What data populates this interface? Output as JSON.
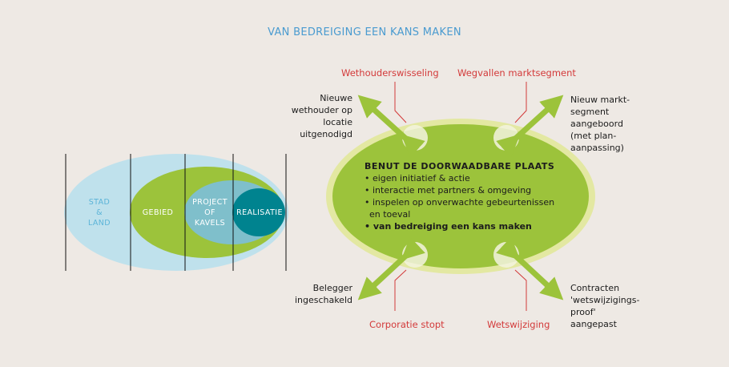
{
  "title": "VAN BEDREIGING EEN KANS MAKEN",
  "rings": {
    "stad": [
      "STAD",
      "&",
      "LAND"
    ],
    "gebied": "GEBIED",
    "project": [
      "PROJECT",
      "OF",
      "KAVELS"
    ],
    "realisatie": "REALISATIE"
  },
  "center": {
    "title": "BENUT DE DOORWAADBARE PLAATS",
    "items": [
      "• eigen initiatief & actie",
      "• interactie met partners & omgeving",
      "• inspelen op onverwachte gebeurtenissen",
      "  en toeval"
    ],
    "bold_item": "• van bedreiging een kans maken"
  },
  "threats": {
    "top_left": "Wethouderswisseling",
    "top_right": "Wegvallen marktsegment",
    "bottom_left": "Corporatie stopt",
    "bottom_right": "Wetswijziging"
  },
  "opportunities": {
    "top_left": [
      "Nieuwe",
      "wethouder op",
      "locatie",
      "uitgenodigd"
    ],
    "top_right": [
      "Nieuw markt-",
      "segment",
      "aangeboord",
      "(met plan-",
      "aanpassing)"
    ],
    "bottom_left": [
      "Belegger",
      "ingeschakeld"
    ],
    "bottom_right": [
      "Contracten",
      "'wetswijzigings-",
      "proof'",
      "aangepast"
    ]
  },
  "colors": {
    "light_blue": "#bfe1ec",
    "green": "#9cc33b",
    "teal": "#2aa6b3",
    "dark_teal": "#00838f",
    "pale_yellow": "#e3e8a2",
    "title_blue": "#4a9bd0",
    "red": "#d33a3a"
  }
}
